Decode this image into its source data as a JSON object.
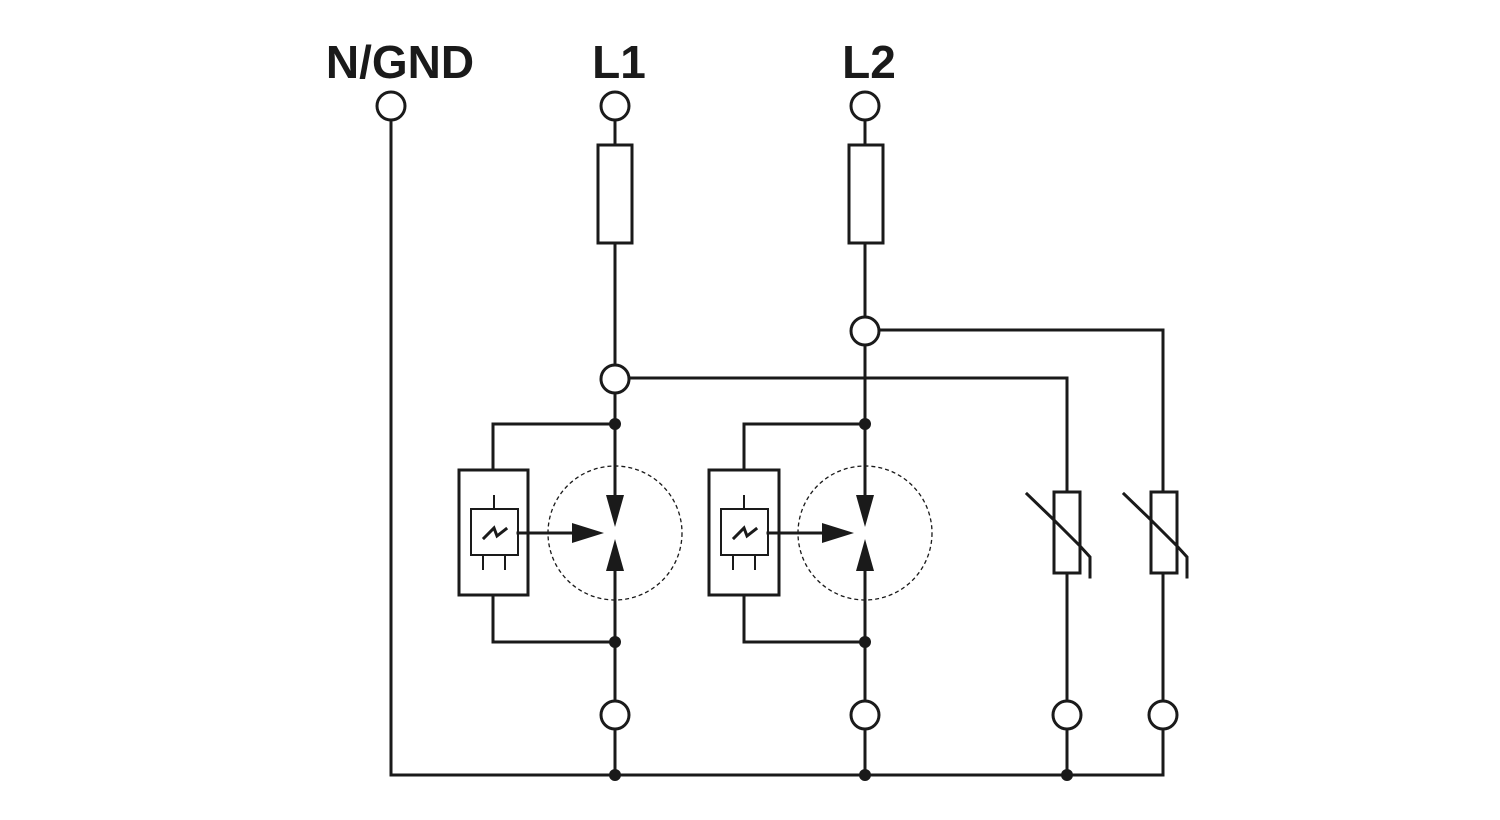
{
  "terminals": {
    "ngnd_label": "N/GND",
    "l1_label": "L1",
    "l2_label": "L2"
  },
  "colors": {
    "line": "#1a1a1a",
    "background": "#ffffff"
  }
}
